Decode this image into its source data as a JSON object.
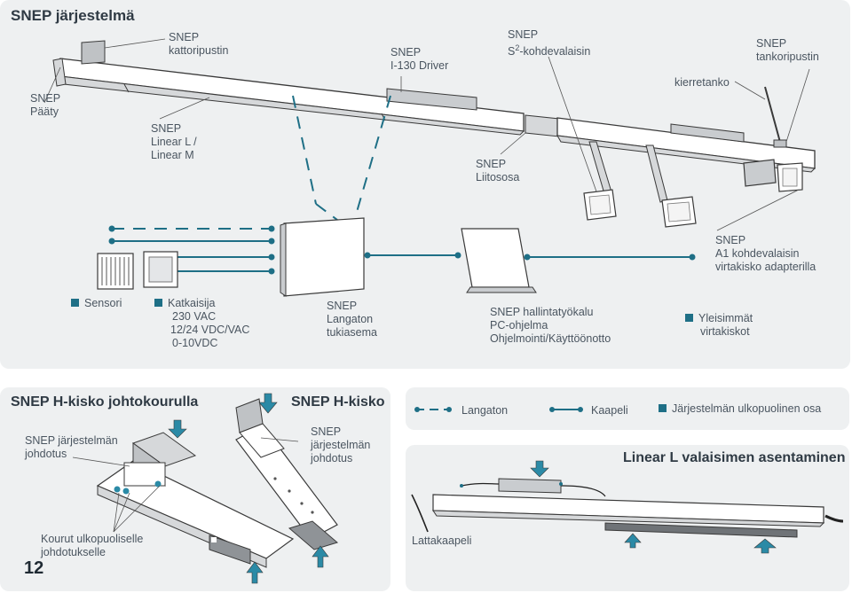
{
  "title": "SNEP järjestelmä",
  "colors": {
    "accent": "#1e6f86",
    "arrow": "#2b8aa6",
    "panel": "#eef0f1"
  },
  "top_labels": {
    "paaty": [
      "SNEP",
      "Pääty"
    ],
    "kattoripustin": [
      "SNEP",
      "kattoripustin"
    ],
    "linear": [
      "SNEP",
      "Linear L /",
      "Linear M"
    ],
    "driver": [
      "SNEP",
      "I-130 Driver"
    ],
    "s2_prefix": "SNEP",
    "s2_s": "S",
    "s2_sup": "2",
    "s2_rest": "-kohdevalaisin",
    "liitososa": [
      "SNEP",
      "Liitososa"
    ],
    "kierretanko": "kierretanko",
    "tankoripustin": [
      "SNEP",
      "tankoripustin"
    ],
    "a1": [
      "SNEP",
      "A1 kohdevalaisin",
      "virtakisko adapterilla"
    ]
  },
  "middle_labels": {
    "sensori": "Sensori",
    "katkaisija": [
      "Katkaisija",
      "230 VAC",
      "12/24 VDC/VAC",
      "0-10VDC"
    ],
    "langaton": [
      "SNEP",
      "Langaton",
      "tukiasema"
    ],
    "hallinta": [
      "SNEP hallintatyökalu",
      "PC-ohjelma",
      "Ohjelmointi/Käyttöönotto"
    ],
    "yleisimmat": [
      "Yleisimmät",
      "virtakiskot"
    ]
  },
  "bottom": {
    "h_kisko_johtokourulla": "SNEP H-kisko johtokourulla",
    "h_kisko": "SNEP H-kisko",
    "johdotus_left": [
      "SNEP järjestelmän",
      "johdotus"
    ],
    "johdotus_right": [
      "SNEP",
      "järjestelmän",
      "johdotus"
    ],
    "kourut": [
      "Kourut  ulkopuoliselle",
      "johdotukselle"
    ],
    "page_number": "12"
  },
  "legend": {
    "langaton": "Langaton",
    "kaapeli": "Kaapeli",
    "ulkopuolinen": "Järjestelmän ulkopuolinen osa"
  },
  "linear_section": {
    "heading": "Linear L valaisimen asentaminen",
    "lattakaapeli": "Lattakaapeli"
  }
}
